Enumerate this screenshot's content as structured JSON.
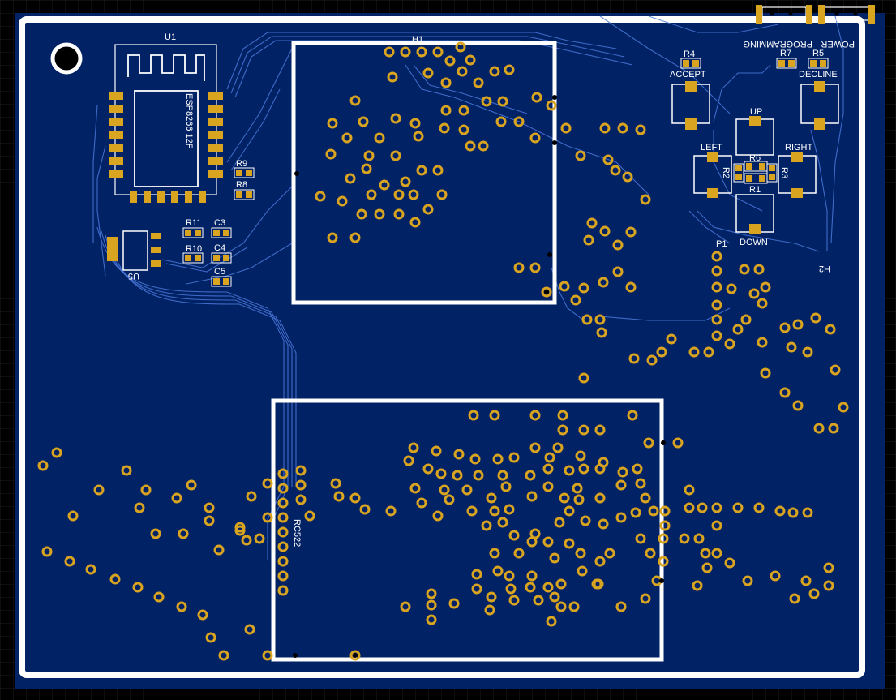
{
  "labels": {
    "u1": "U1",
    "esp": "ESP8266 12F",
    "h1": "H1",
    "h2": "H2",
    "r1": "R1",
    "r2": "R2",
    "r3": "R3",
    "r4": "R4",
    "r5": "R5",
    "r6": "R6",
    "r7": "R7",
    "r8": "R8",
    "r9": "R9",
    "r10": "R10",
    "r11": "R11",
    "c3": "C3",
    "c4": "C4",
    "c5": "C5",
    "u5": "U5",
    "p1": "P1",
    "rc522": "RC522",
    "accept": "ACCEPT",
    "decline": "DECLINE",
    "up": "UP",
    "down": "DOWN",
    "left": "LEFT",
    "right": "RIGHT",
    "programming": "PROGRAMMING",
    "power": "POWER"
  },
  "colors": {
    "board": "#022266",
    "background": "#000000",
    "silkscreen": "#ffffff",
    "copper_pad": "#d9a521",
    "trace": "#4a78d8"
  }
}
